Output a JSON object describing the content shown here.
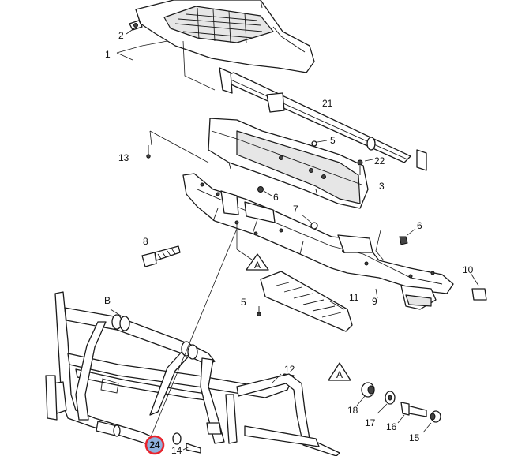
{
  "diagram": {
    "labels": {
      "p1": "1",
      "p2": "2",
      "p3": "3",
      "p5a": "5",
      "p5b": "5",
      "p6a": "6",
      "p6b": "6",
      "p7": "7",
      "p8": "8",
      "p9": "9",
      "p10": "10",
      "p11": "11",
      "p12": "12",
      "p13": "13",
      "p14": "14",
      "p15": "15",
      "p16": "16",
      "p17": "17",
      "p18": "18",
      "p21": "21",
      "p22": "22",
      "p24": "24",
      "callout_b": "B",
      "view_a1": "A",
      "view_a2": "A"
    },
    "highlight_color": "#e8232c",
    "highlight_fill": "#8fb0dc"
  }
}
